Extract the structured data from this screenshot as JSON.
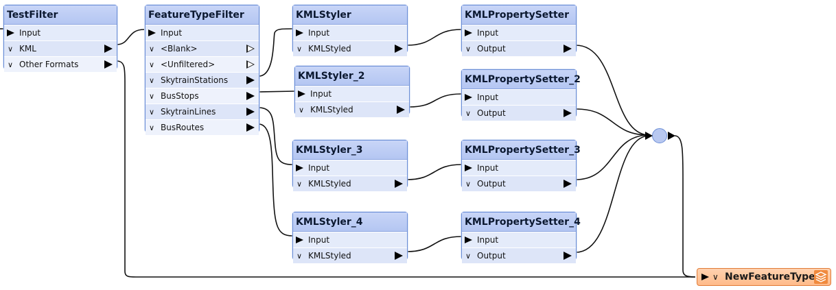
{
  "nodes": [
    {
      "id": "testfilter",
      "title": "TestFilter",
      "inputs": [
        "Input"
      ],
      "outputs": [
        "KML",
        "Other Formats"
      ]
    },
    {
      "id": "featuretypefilter",
      "title": "FeatureTypeFilter",
      "inputs": [
        "Input"
      ],
      "outputs": [
        "<Blank>",
        "<Unfiltered>",
        "SkytrainStations",
        "BusStops",
        "SkytrainLines",
        "BusRoutes"
      ]
    },
    {
      "id": "kmlstyler",
      "title": "KMLStyler",
      "inputs": [
        "Input"
      ],
      "outputs": [
        "KMLStyled"
      ]
    },
    {
      "id": "kmlstyler-2",
      "title": "KMLStyler_2",
      "inputs": [
        "Input"
      ],
      "outputs": [
        "KMLStyled"
      ]
    },
    {
      "id": "kmlstyler-3",
      "title": "KMLStyler_3",
      "inputs": [
        "Input"
      ],
      "outputs": [
        "KMLStyled"
      ]
    },
    {
      "id": "kmlstyler-4",
      "title": "KMLStyler_4",
      "inputs": [
        "Input"
      ],
      "outputs": [
        "KMLStyled"
      ]
    },
    {
      "id": "kmlpropertysetter",
      "title": "KMLPropertySetter",
      "inputs": [
        "Input"
      ],
      "outputs": [
        "Output"
      ]
    },
    {
      "id": "kmlpropertysetter-2",
      "title": "KMLPropertySetter_2",
      "inputs": [
        "Input"
      ],
      "outputs": [
        "Output"
      ]
    },
    {
      "id": "kmlpropertysetter-3",
      "title": "KMLPropertySetter_3",
      "inputs": [
        "Input"
      ],
      "outputs": [
        "Output"
      ]
    },
    {
      "id": "kmlpropertysetter-4",
      "title": "KMLPropertySetter_4",
      "inputs": [
        "Input"
      ],
      "outputs": [
        "Output"
      ]
    }
  ],
  "writer": {
    "label": "NewFeatureType",
    "icon": "layers-icon"
  },
  "junction": {
    "icon": "junction-icon"
  },
  "connections": [
    {
      "from": "testfilter:out:0",
      "to": "featuretypefilter:in:0"
    },
    {
      "from": "testfilter:out:1",
      "to": "writer:in"
    },
    {
      "from": "featuretypefilter:out:2",
      "to": "kmlstyler:in:0"
    },
    {
      "from": "featuretypefilter:out:3",
      "to": "kmlstyler-2:in:0"
    },
    {
      "from": "featuretypefilter:out:4",
      "to": "kmlstyler-3:in:0"
    },
    {
      "from": "featuretypefilter:out:5",
      "to": "kmlstyler-4:in:0"
    },
    {
      "from": "kmlstyler:out:0",
      "to": "kmlpropertysetter:in:0"
    },
    {
      "from": "kmlstyler-2:out:0",
      "to": "kmlpropertysetter-2:in:0"
    },
    {
      "from": "kmlstyler-3:out:0",
      "to": "kmlpropertysetter-3:in:0"
    },
    {
      "from": "kmlstyler-4:out:0",
      "to": "kmlpropertysetter-4:in:0"
    },
    {
      "from": "kmlpropertysetter:out:0",
      "to": "junction:in"
    },
    {
      "from": "kmlpropertysetter-2:out:0",
      "to": "junction:in"
    },
    {
      "from": "kmlpropertysetter-3:out:0",
      "to": "junction:in"
    },
    {
      "from": "kmlpropertysetter-4:out:0",
      "to": "junction:in"
    },
    {
      "from": "junction:out",
      "to": "writer:in"
    }
  ],
  "colors": {
    "node_border": "#6b8ed6",
    "node_header": "#c8d5f7",
    "port_fill": "#dde5f8",
    "writer_fill": "#ffbb8a",
    "writer_border": "#e07a36",
    "link": "#111111"
  }
}
